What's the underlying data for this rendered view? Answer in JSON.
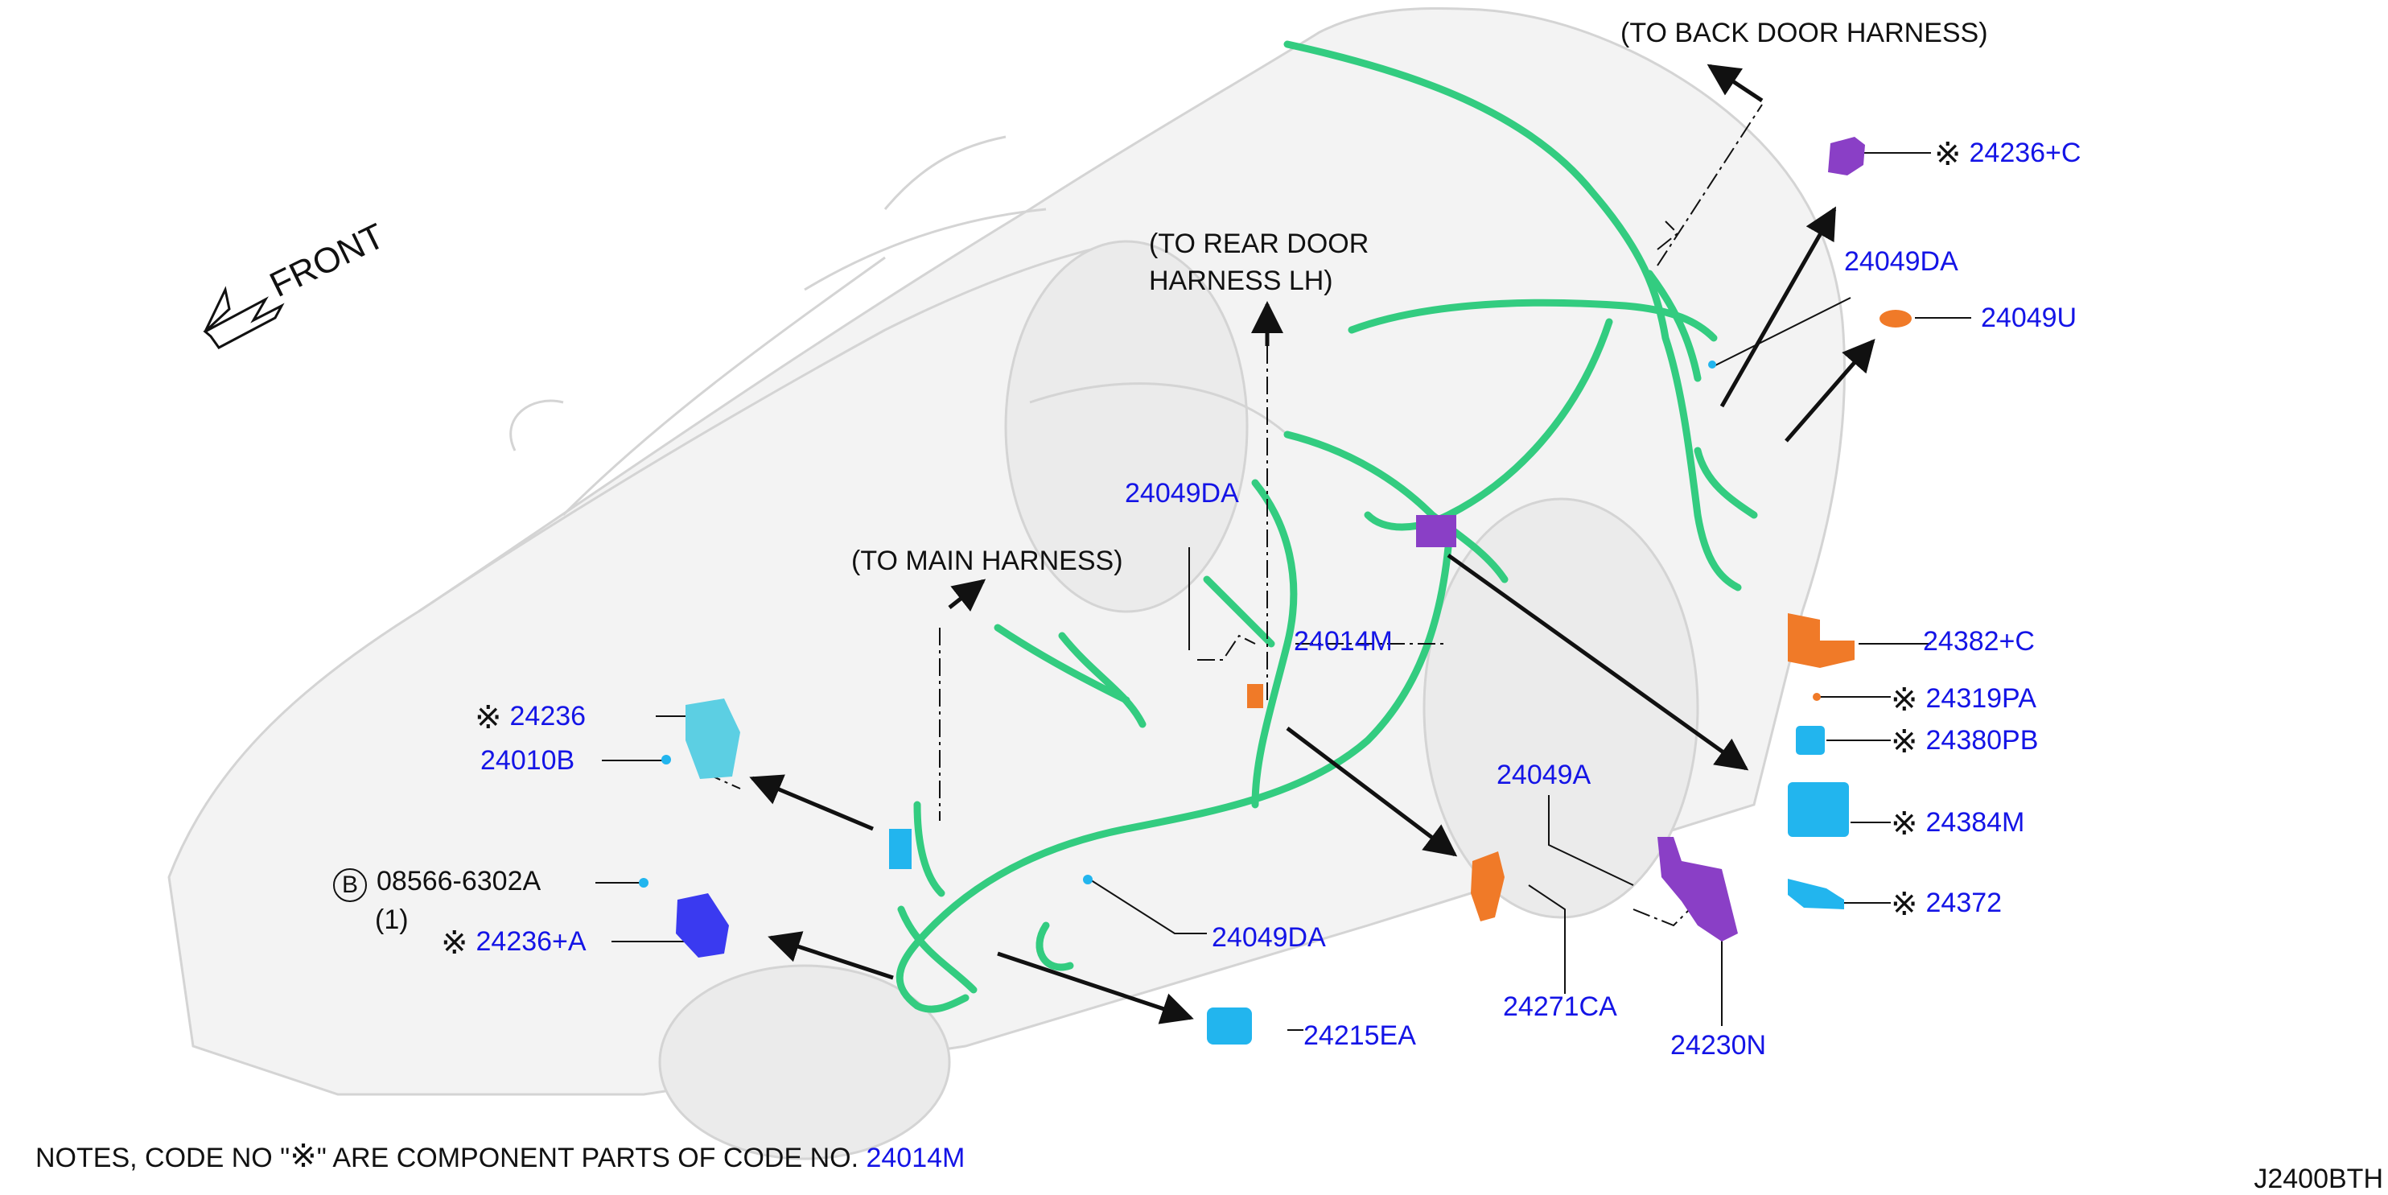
{
  "front_label": "FRONT",
  "harness_notes": {
    "back_door": "(TO BACK DOOR HARNESS)",
    "rear_door_line1": "(TO REAR DOOR",
    "rear_door_line2": "HARNESS LH)",
    "main": "(TO MAIN HARNESS)"
  },
  "mark_symbol": "※",
  "bolt": {
    "circle_letter": "B",
    "code": "08566-6302A",
    "qty": "(1)"
  },
  "parts": {
    "p24236_c": "24236+C",
    "p24049da_top": "24049DA",
    "p24049u": "24049U",
    "p24049da_mid": "24049DA",
    "p24014m": "24014M",
    "p24382_c": "24382+C",
    "p24319pa": "24319PA",
    "p24380pb": "24380PB",
    "p24384m": "24384M",
    "p24372": "24372",
    "p24049a": "24049A",
    "p24236": "24236",
    "p24010b": "24010B",
    "p24236_a": "24236+A",
    "p24049da_low": "24049DA",
    "p24271ca": "24271CA",
    "p24230n": "24230N",
    "p24215ea": "24215EA"
  },
  "footer": {
    "note_prefix": "NOTES, CODE NO  \"",
    "note_symbol": "※",
    "note_middle": "\" ARE COMPONENT PARTS OF CODE NO. ",
    "note_code": "24014M",
    "diagram_id": "J2400BTH"
  },
  "colors": {
    "harness": "#33cc80",
    "label_blue": "#1414e6",
    "orange_part": "#f07a28",
    "purple_part": "#8a3fc6",
    "cyan_part": "#22b5ee",
    "blue_part": "#3a3af0"
  }
}
